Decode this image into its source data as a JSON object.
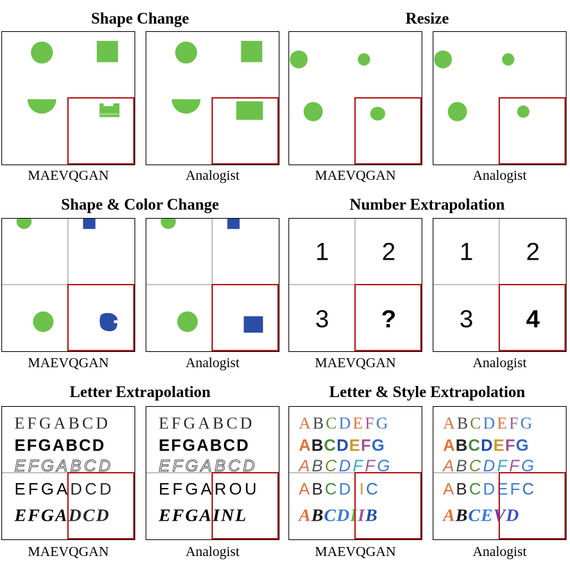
{
  "sections": [
    {
      "title": "Shape Change",
      "captions": [
        "MAEVQGAN",
        "Analogist"
      ]
    },
    {
      "title": "Resize",
      "captions": [
        "MAEVQGAN",
        "Analogist"
      ]
    },
    {
      "title": "Shape & Color Change",
      "captions": [
        "MAEVQGAN",
        "Analogist"
      ]
    },
    {
      "title": "Number Extrapolation",
      "captions": [
        "MAEVQGAN",
        "Analogist"
      ]
    },
    {
      "title": "Letter Extrapolation",
      "captions": [
        "MAEVQGAN",
        "Analogist"
      ]
    },
    {
      "title": "Letter & Style Extrapolation",
      "captions": [
        "MAEVQGAN",
        "Analogist"
      ]
    }
  ],
  "numbers": {
    "one": "1",
    "two": "2",
    "three": "3",
    "mae_result": "?",
    "analogist_result": "4"
  },
  "letter_rows": {
    "row1": "EFGABCD",
    "row2": "EFGABCD",
    "row3": "EFGABCD",
    "row4_mae": "EFGADCD",
    "row5_mae": "EFGADCD",
    "row4_analogist": "EFGAROU",
    "row5_analogist": "EFGAINL"
  },
  "style_rows": {
    "row1": "ABCDEFG",
    "row2": "ABCDEFG",
    "row3": "ABCDEFG",
    "row4_mae": "ABCDIIC",
    "row5_mae": "ABCDIIB",
    "row4_analogist": "ABCDEFC",
    "row5_analogist": "ABCEVD"
  },
  "colors": {
    "green": "#6cc24a",
    "blue": "#2a4ea6",
    "red_box": "#b81c1c"
  }
}
